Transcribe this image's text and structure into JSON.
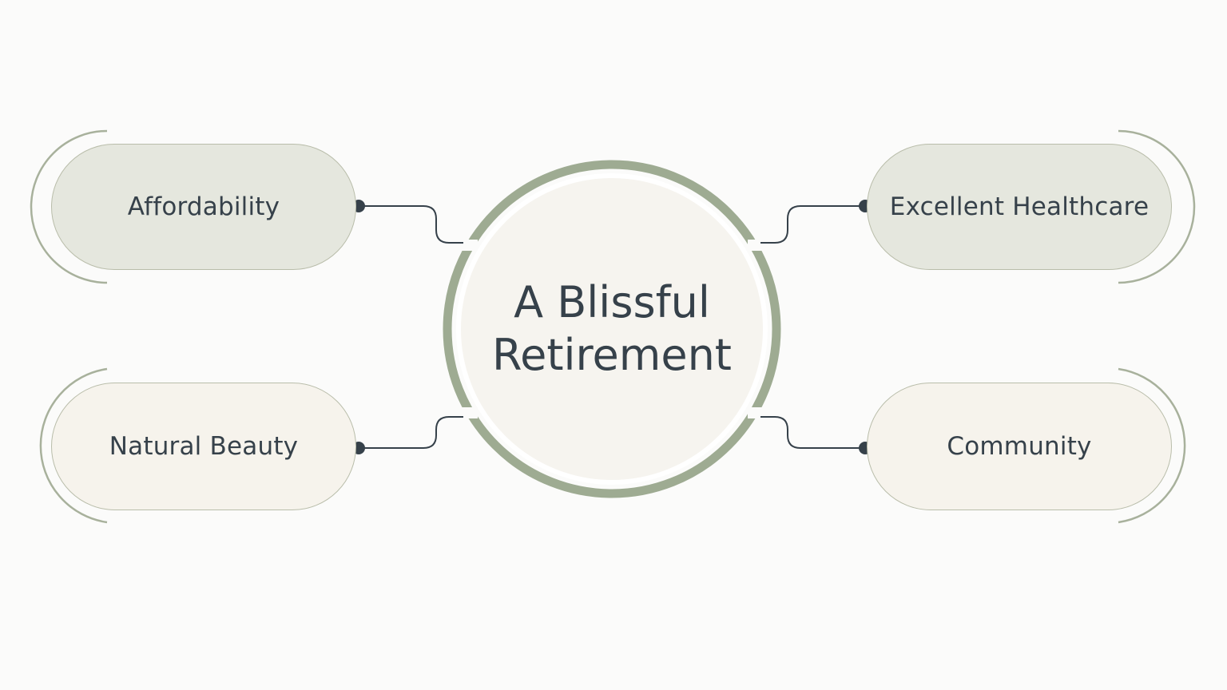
{
  "diagram": {
    "center": {
      "title_line1": "A Blissful",
      "title_line2": "Retirement"
    },
    "nodes": {
      "top_left": {
        "label": "Affordability"
      },
      "top_right": {
        "label": "Excellent Healthcare"
      },
      "bottom_left": {
        "label": "Natural Beauty"
      },
      "bottom_right": {
        "label": "Community"
      }
    }
  },
  "colors": {
    "background": "#fbfbfa",
    "ring": "#9eab92",
    "center_fill": "#f6f4ef",
    "top_pill_fill": "#e5e7de",
    "bottom_pill_fill": "#f6f3ec",
    "pill_border": "#b9bdaa",
    "connector": "#36414a",
    "text": "#36414a"
  }
}
